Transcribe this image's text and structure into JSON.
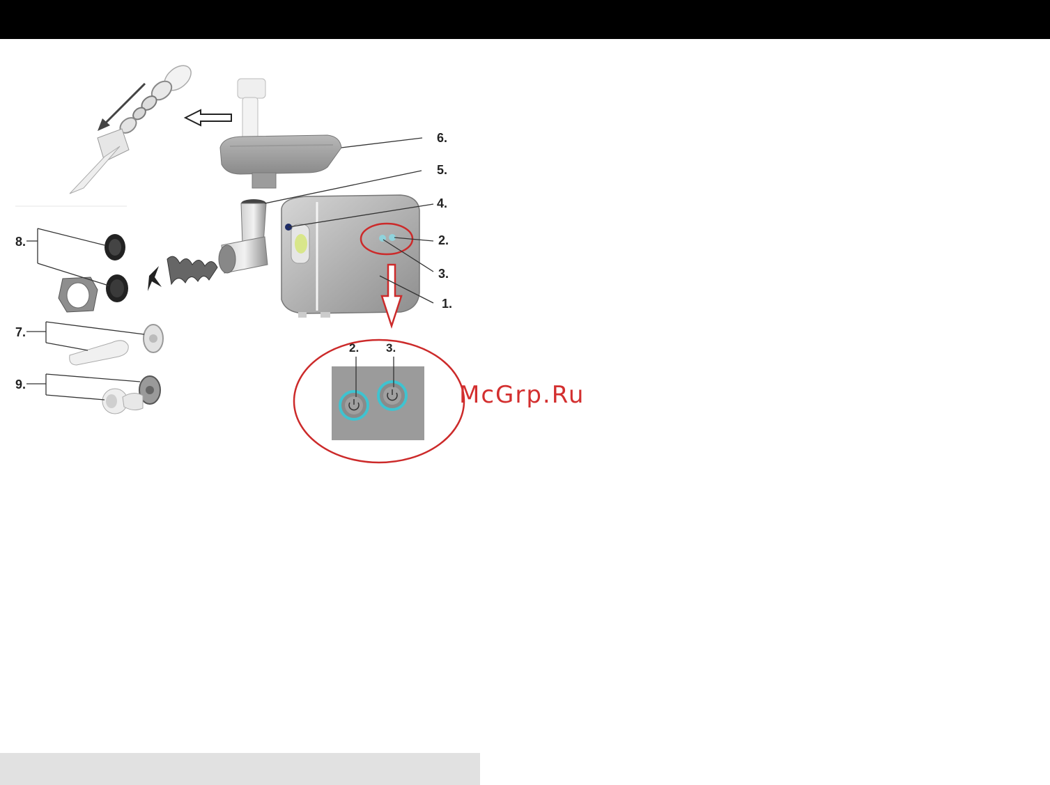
{
  "labels": {
    "l1": "1.",
    "l2": "2.",
    "l3": "3.",
    "l4": "4.",
    "l5": "5.",
    "l6": "6.",
    "l7": "7.",
    "l8": "8.",
    "l9": "9.",
    "zoom_2": "2.",
    "zoom_3": "3."
  },
  "watermark": "McGrp.Ru",
  "colors": {
    "header_bar": "#000000",
    "highlight_circle": "#cc2a2a",
    "button_ring": "#3fc3d0",
    "footer_strip": "#e1e1e1",
    "watermark": "#d32f2f"
  }
}
